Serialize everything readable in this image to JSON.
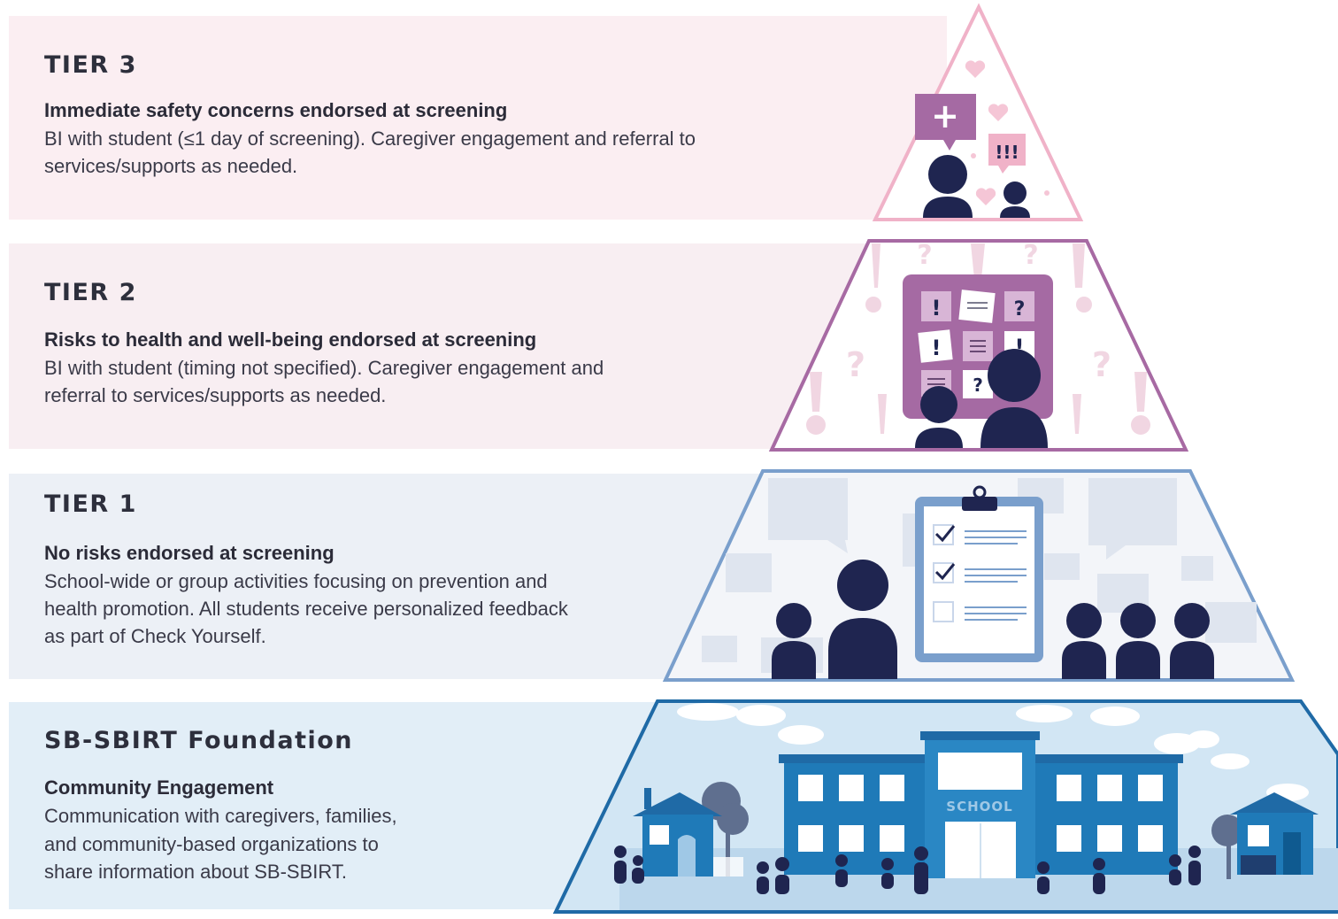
{
  "tiers": {
    "tier3": {
      "title": "TIER 3",
      "subtitle": "Immediate safety concerns endorsed at screening",
      "description_line1": "BI with student (≤1 day of screening). Caregiver engagement and referral to",
      "description_line2": "services/supports as needed."
    },
    "tier2": {
      "title": "TIER 2",
      "subtitle": "Risks to health and well-being endorsed at screening",
      "description_line1": "BI with student (timing not specified). Caregiver engagement and",
      "description_line2": "referral to services/supports as needed."
    },
    "tier1": {
      "title": "TIER 1",
      "subtitle": "No risks endorsed at screening",
      "description_line1": "School-wide or group activities focusing on prevention and",
      "description_line2": "health promotion. All students receive personalized feedback",
      "description_line3": "as part of Check Yourself."
    },
    "foundation": {
      "title": "SB-SBIRT Foundation",
      "subtitle": "Community Engagement",
      "description_line1": "Communication with caregivers, families,",
      "description_line2": "and community-based organizations to",
      "description_line3": "share information about SB-SBIRT."
    }
  },
  "illustration": {
    "school_sign": "SCHOOL",
    "tier3_symbols": {
      "plus": "+",
      "alert": "!!!"
    },
    "tier2_symbols": {
      "exclaim": "!",
      "question": "?"
    }
  },
  "colors": {
    "tier3_band": "#fbeef2",
    "tier2_band": "#f8eef2",
    "tier1_band": "#ecf0f6",
    "foundation_band": "#e2eef7",
    "tier3_outline": "#f0b2c8",
    "tier2_outline": "#a76aa3",
    "tier1_outline": "#7a9fcc",
    "foundation_outline": "#1f6aa6",
    "navy": "#1f2550",
    "school_blue": "#1f7ab8"
  }
}
